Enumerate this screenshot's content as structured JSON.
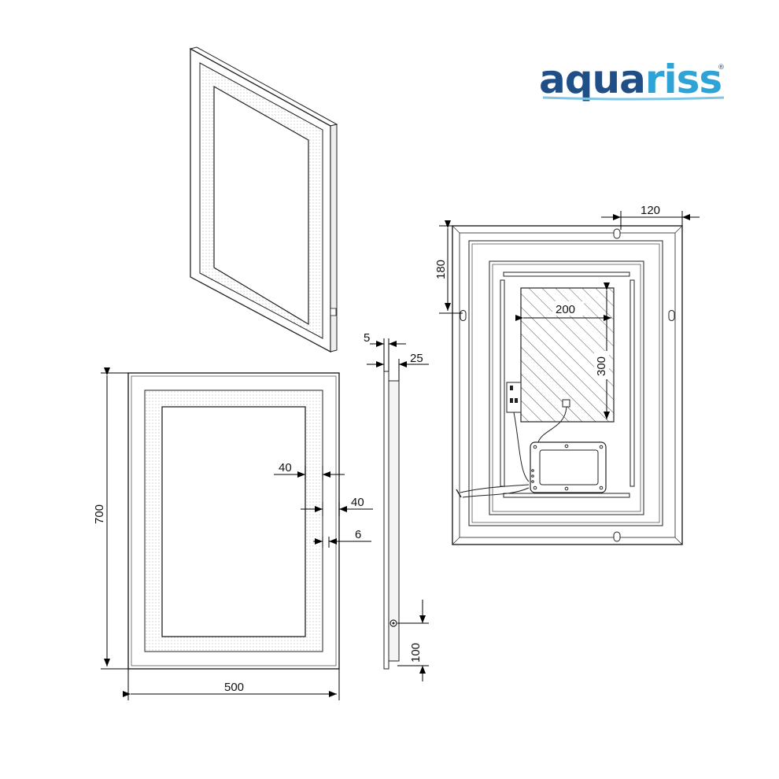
{
  "brand": {
    "name_part1": "aqua",
    "name_part2": "riss",
    "registered_mark": "®",
    "colors": {
      "dark_blue": "#1f4f86",
      "light_blue": "#2ea3d6",
      "swoosh": "#7fc6e6"
    }
  },
  "dimensions": {
    "front_width": "500",
    "front_height": "700",
    "front_border_1": "40",
    "front_border_2": "40",
    "front_led_strip": "6",
    "side_glass": "5",
    "side_depth": "25",
    "side_switch_offset": "100",
    "back_hanger_offset": "120",
    "back_hook_height": "180",
    "back_box_width": "200",
    "back_box_height": "300"
  }
}
